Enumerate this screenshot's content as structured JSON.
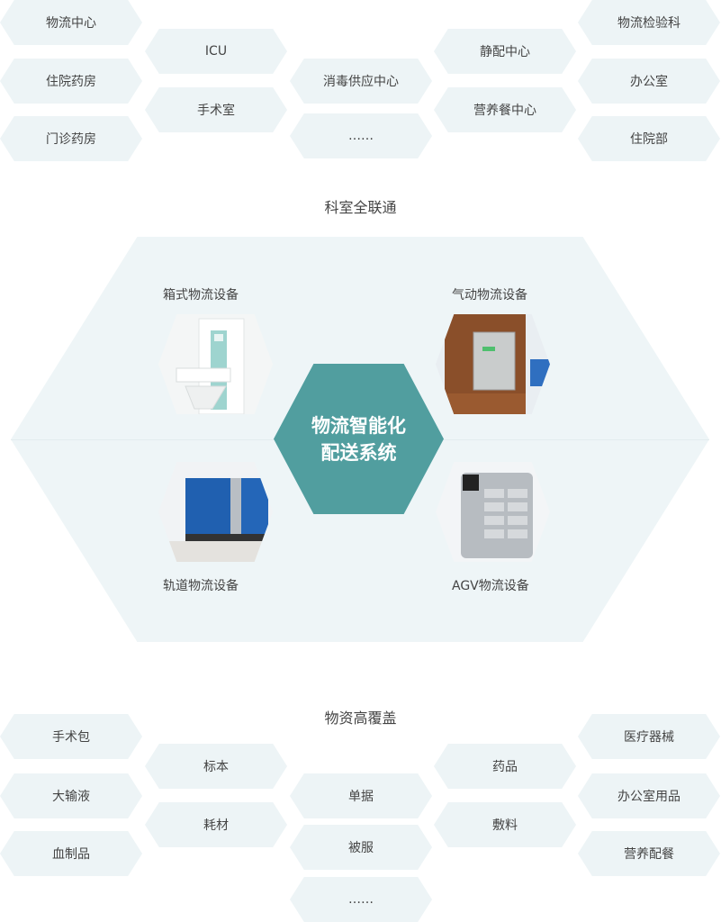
{
  "departments": {
    "heading": "科室全联通",
    "items": [
      "物流中心",
      "住院药房",
      "门诊药房",
      "ICU",
      "手术室",
      "消毒供应中心",
      "……",
      "静配中心",
      "营养餐中心",
      "物流检验科",
      "办公室",
      "住院部"
    ]
  },
  "system": {
    "center_line1": "物流智能化",
    "center_line2": "配送系统",
    "devices": [
      "箱式物流设备",
      "气动物流设备",
      "轨道物流设备",
      "AGV物流设备"
    ]
  },
  "materials": {
    "heading": "物资高覆盖",
    "items": [
      "手术包",
      "大输液",
      "血制品",
      "标本",
      "耗材",
      "单据",
      "被服",
      "……",
      "药品",
      "敷料",
      "医疗器械",
      "办公室用品",
      "营养配餐"
    ]
  },
  "colors": {
    "accent": "#519e9f",
    "pill": "#edf4f6",
    "panel": "#eef5f7"
  }
}
